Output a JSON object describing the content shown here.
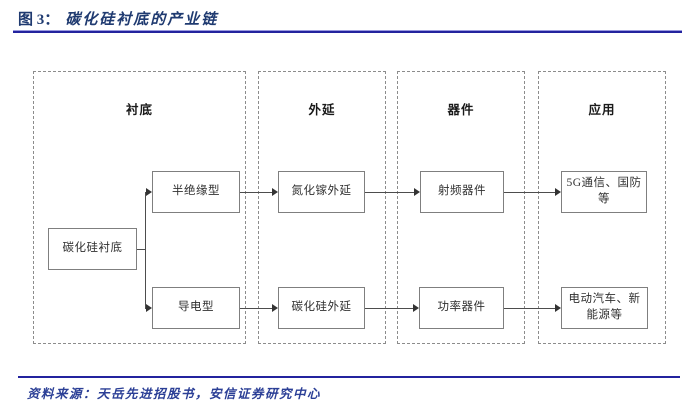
{
  "title": {
    "figure_label": "图 3：",
    "text": "碳化硅衬底的产业链"
  },
  "columns": [
    {
      "label": "衬底"
    },
    {
      "label": "外延"
    },
    {
      "label": "器件"
    },
    {
      "label": "应用"
    }
  ],
  "nodes": {
    "substrate": "碳化硅衬底",
    "semi_insulating": "半绝缘型",
    "conductive": "导电型",
    "gan_epitaxy": "氮化镓外延",
    "sic_epitaxy": "碳化硅外延",
    "rf_devices": "射频器件",
    "power_devices": "功率器件",
    "app_rf": "5G通信、国防等",
    "app_power": "电动汽车、新能源等"
  },
  "flow": [
    "碳化硅衬底 → 半绝缘型 → 氮化镓外延 → 射频器件 → 5G通信、国防等",
    "碳化硅衬底 → 导电型 → 碳化硅外延 → 功率器件 → 电动汽车、新能源等"
  ],
  "source": "资料来源：天岳先进招股书，安信证券研究中心",
  "colors": {
    "title_navy": "#1F3A70",
    "rule_navy": "#23239E",
    "source_blue": "#2B3F96",
    "box_border_gray": "#7F7F7F",
    "dashed_border_gray": "#8C8C8C",
    "connector_gray": "#4D4D4D"
  }
}
